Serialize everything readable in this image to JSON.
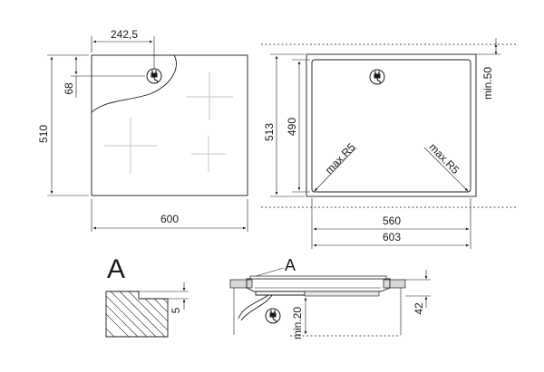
{
  "hob_top_view": {
    "dim_width": "600",
    "dim_depth": "510",
    "dim_plug_x": "242,5",
    "dim_plug_y": "68"
  },
  "cutout_view": {
    "dim_outer_width": "603",
    "dim_inner_width": "560",
    "dim_outer_depth": "513",
    "dim_inner_depth": "490",
    "dim_min_clearance": "min.50",
    "radius_left": "max.R5",
    "radius_right": "max.R5"
  },
  "detail_a": {
    "label": "A",
    "dim_step": "5"
  },
  "side_section": {
    "callout_label": "A",
    "dim_min_below": "min.20",
    "dim_height": "42"
  },
  "icons": [
    "plug-icon"
  ]
}
